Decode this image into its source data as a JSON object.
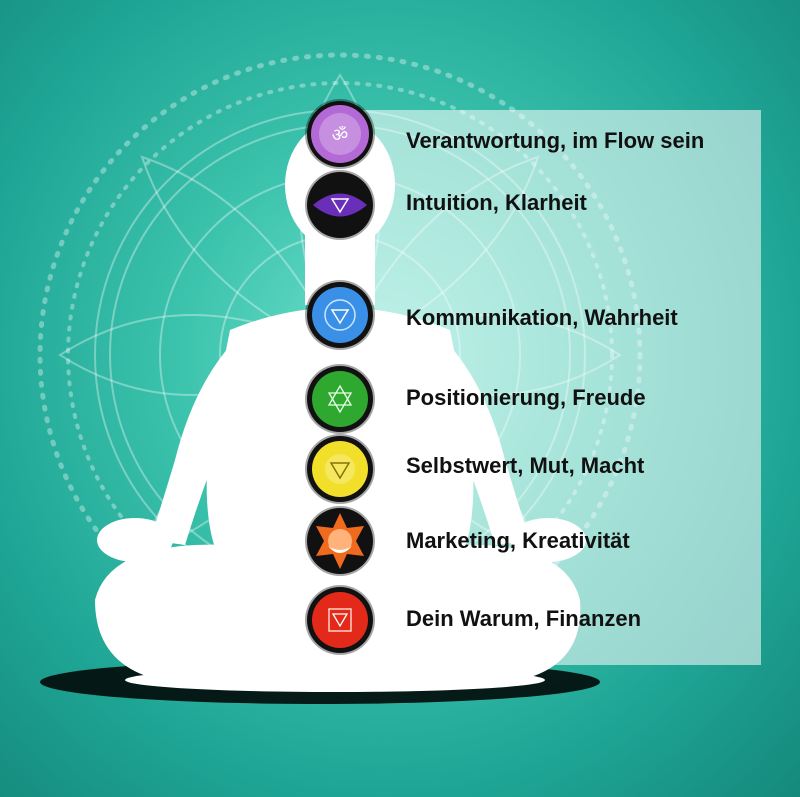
{
  "chakras": [
    {
      "id": "crown",
      "color": "#b46ad6",
      "symbol": "om-icon",
      "label": "Verantwortung, im Flow sein"
    },
    {
      "id": "third-eye",
      "color": "#6a2fb8",
      "symbol": "triangle-down-icon",
      "label": "Intuition, Klarheit"
    },
    {
      "id": "throat",
      "color": "#3a8fe6",
      "symbol": "triangle-circle-icon",
      "label": "Kommunikation, Wahrheit"
    },
    {
      "id": "heart",
      "color": "#2fa82f",
      "symbol": "hexagram-icon",
      "label": "Positionierung, Freude"
    },
    {
      "id": "solar-plexus",
      "color": "#f2df2a",
      "symbol": "triangle-down-icon",
      "label": "Selbstwert, Mut, Macht"
    },
    {
      "id": "sacral",
      "color": "#f06a1e",
      "symbol": "crescent-icon",
      "label": "Marketing, Kreativität"
    },
    {
      "id": "root",
      "color": "#e32a1a",
      "symbol": "square-triangle-icon",
      "label": "Dein Warum, Finanzen"
    }
  ]
}
